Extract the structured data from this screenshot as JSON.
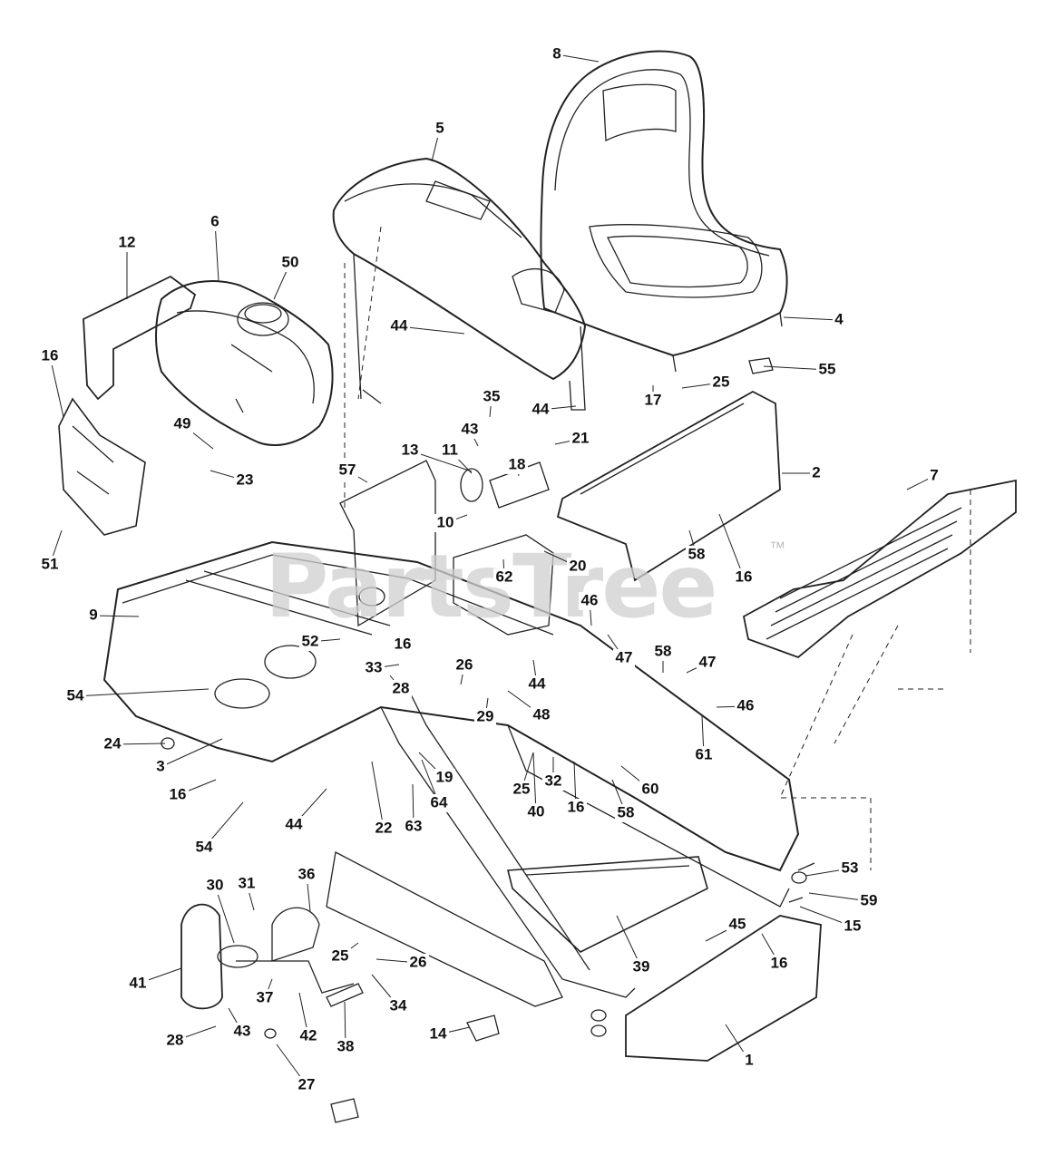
{
  "watermark": {
    "text": "PartsTree",
    "trademark": "™"
  },
  "labels": [
    "8",
    "5",
    "4",
    "55",
    "12",
    "6",
    "50",
    "44",
    "44",
    "16",
    "49",
    "23",
    "17",
    "25",
    "35",
    "43",
    "21",
    "2",
    "7",
    "13",
    "11",
    "18",
    "57",
    "10",
    "62",
    "20",
    "58",
    "16",
    "51",
    "9",
    "46",
    "47",
    "58",
    "47",
    "46",
    "52",
    "16",
    "33",
    "26",
    "44",
    "48",
    "54",
    "28",
    "29",
    "24",
    "3",
    "61",
    "19",
    "25",
    "32",
    "40",
    "16",
    "60",
    "16",
    "44",
    "22",
    "63",
    "64",
    "58",
    "54",
    "53",
    "59",
    "15",
    "45",
    "16",
    "36",
    "31",
    "30",
    "25",
    "26",
    "41",
    "37",
    "34",
    "42",
    "38",
    "39",
    "28",
    "43",
    "14",
    "27",
    "1"
  ]
}
